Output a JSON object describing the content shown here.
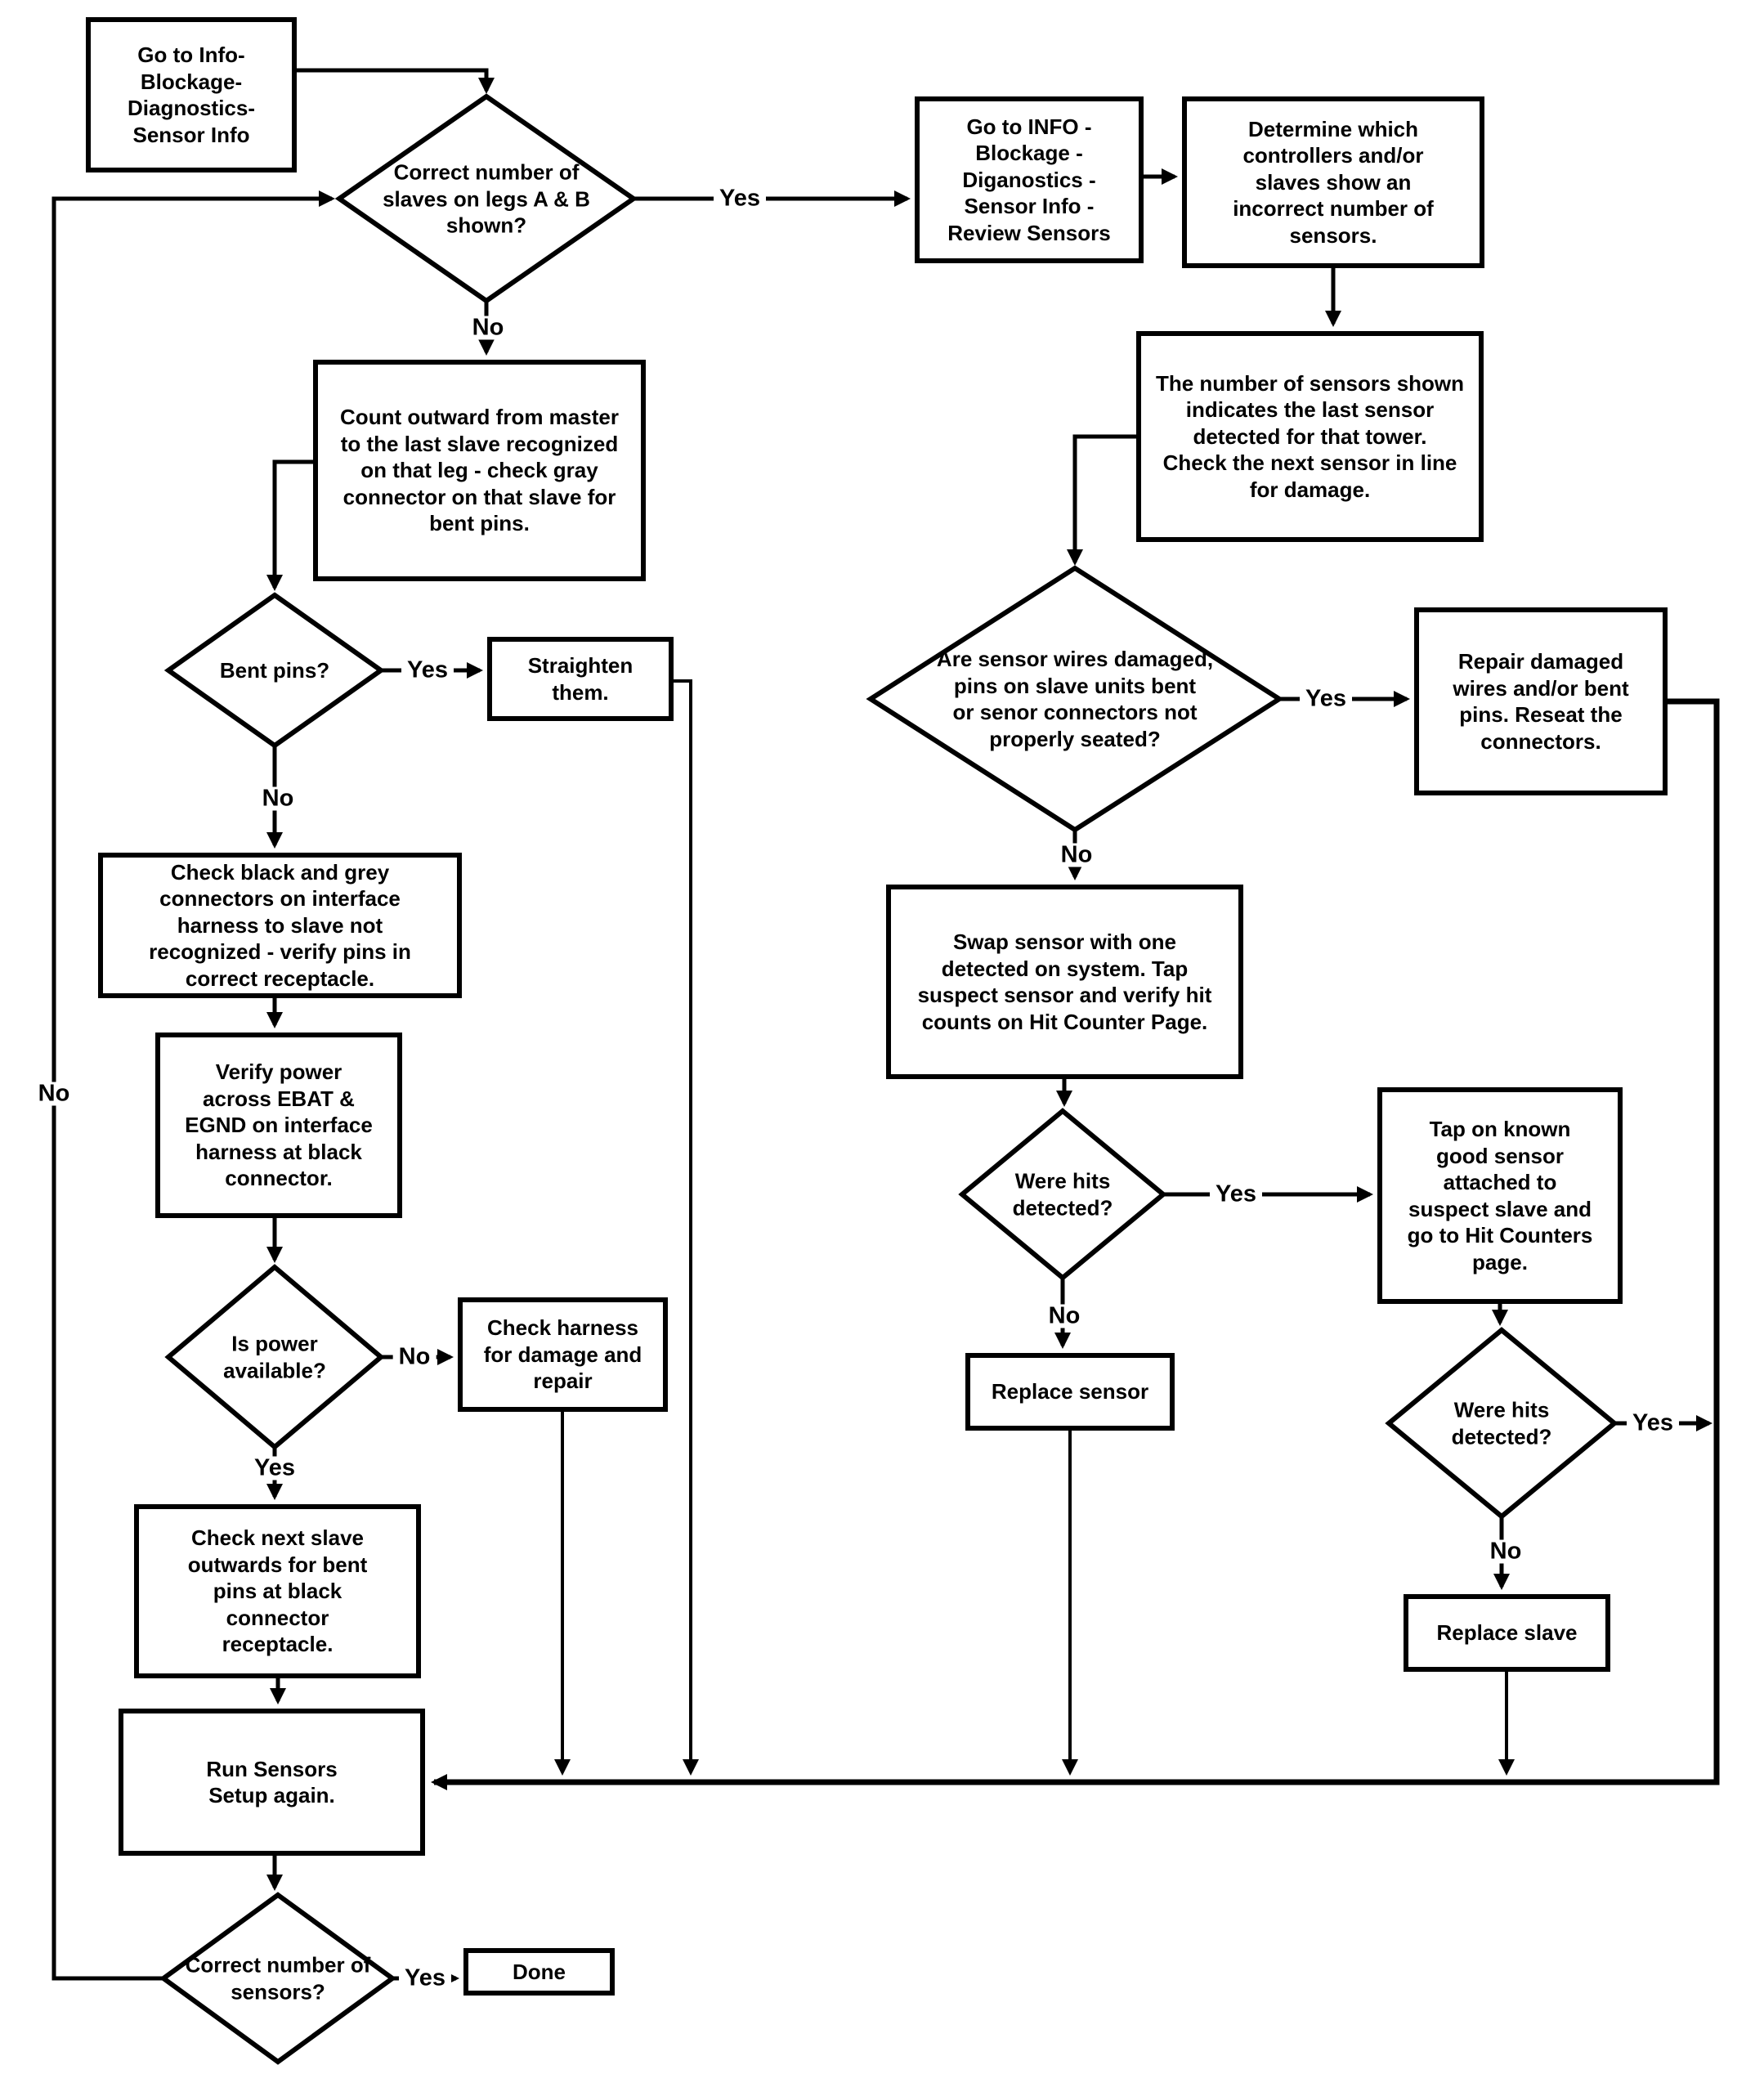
{
  "nodes": {
    "go_to_info": {
      "text": "Go to Info-\nBlockage-\nDiagnostics-\nSensor Info"
    },
    "correct_slaves": {
      "text": "Correct number of\nslaves on legs A & B\nshown?"
    },
    "go_to_info_review": {
      "text": "Go to INFO -\nBlockage -\nDiganostics -\nSensor Info -\nReview Sensors"
    },
    "determine_which": {
      "text": "Determine which\ncontrollers and/or\nslaves show an\nincorrect number of\nsensors."
    },
    "number_of_sensors": {
      "text": "The number of sensors shown\nindicates the last sensor\ndetected for that tower.\nCheck the next sensor in line\nfor damage."
    },
    "count_outward": {
      "text": "Count outward from master\nto the last slave recognized\non that leg - check gray\nconnector on that slave for\nbent pins."
    },
    "wires_damaged": {
      "text": "Are sensor wires damaged,\npins on slave units bent\nor senor connectors not\nproperly seated?"
    },
    "repair_damaged": {
      "text": "Repair damaged\nwires and/or bent\npins. Reseat the\nconnectors."
    },
    "bent_pins": {
      "text": "Bent pins?"
    },
    "straighten": {
      "text": "Straighten\nthem."
    },
    "swap_sensor": {
      "text": "Swap sensor with one\ndetected on system. Tap\nsuspect sensor and verify hit\ncounts on Hit Counter Page."
    },
    "check_black_grey": {
      "text": "Check black and grey\nconnectors on interface\nharness to slave not\nrecognized - verify pins in\ncorrect receptacle."
    },
    "verify_power": {
      "text": "Verify power\nacross EBAT &\nEGND on interface\nharness at black\nconnector."
    },
    "hits_detected_1": {
      "text": "Were hits\ndetected?"
    },
    "tap_known_good": {
      "text": "Tap on known\ngood sensor\nattached to\nsuspect slave and\ngo to Hit Counters\npage."
    },
    "replace_sensor": {
      "text": "Replace sensor"
    },
    "is_power": {
      "text": "Is power\navailable?"
    },
    "check_harness": {
      "text": "Check harness\nfor damage and\nrepair"
    },
    "hits_detected_2": {
      "text": "Were hits\ndetected?"
    },
    "replace_slave": {
      "text": "Replace slave"
    },
    "check_next_slave": {
      "text": "Check next slave\noutwards for bent\npins at black\nconnector\nreceptacle."
    },
    "run_sensors": {
      "text": "Run Sensors\nSetup again."
    },
    "correct_sensors": {
      "text": "Correct number of\nsensors?"
    },
    "done": {
      "text": "Done"
    }
  },
  "edge_labels": {
    "slaves_yes": "Yes",
    "slaves_no": "No",
    "feedback_no": "No",
    "bent_yes": "Yes",
    "bent_no": "No",
    "power_no": "No",
    "power_yes": "Yes",
    "damaged_yes": "Yes",
    "damaged_no": "No",
    "hits1_yes": "Yes",
    "hits1_no": "No",
    "hits2_yes": "Yes",
    "hits2_no": "No",
    "sensors_yes": "Yes"
  },
  "colors": {
    "line": "#000000",
    "background": "#ffffff"
  }
}
